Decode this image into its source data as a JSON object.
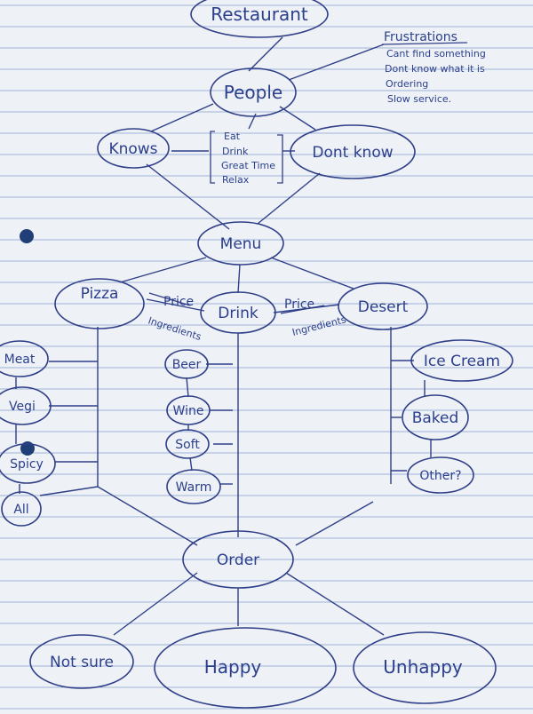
{
  "diagram": {
    "root": "Restaurant",
    "people": "People",
    "frustrations": {
      "heading": "Frustrations",
      "items": [
        "Cant find something",
        "Dont know what it is",
        "Ordering",
        "Slow service."
      ]
    },
    "knows": "Knows",
    "dont_know": "Dont know",
    "reasons": [
      "Eat",
      "Drink",
      "Great Time",
      "Relax"
    ],
    "menu": "Menu",
    "pizza": "Pizza",
    "drink": "Drink",
    "desert": "Desert",
    "edge_price_left": "Price",
    "edge_ingredients_left": "Ingredients",
    "edge_price_right": "Price",
    "edge_ingredients_right": "Ingredients",
    "pizza_options": [
      "Meat",
      "Vegi",
      "Spicy",
      "All"
    ],
    "drink_options": [
      "Beer",
      "Wine",
      "Soft",
      "Warm"
    ],
    "desert_options": [
      "Ice Cream",
      "Baked",
      "Other?"
    ],
    "order": "Order",
    "outcomes": [
      "Not sure",
      "Happy",
      "Unhappy"
    ]
  }
}
